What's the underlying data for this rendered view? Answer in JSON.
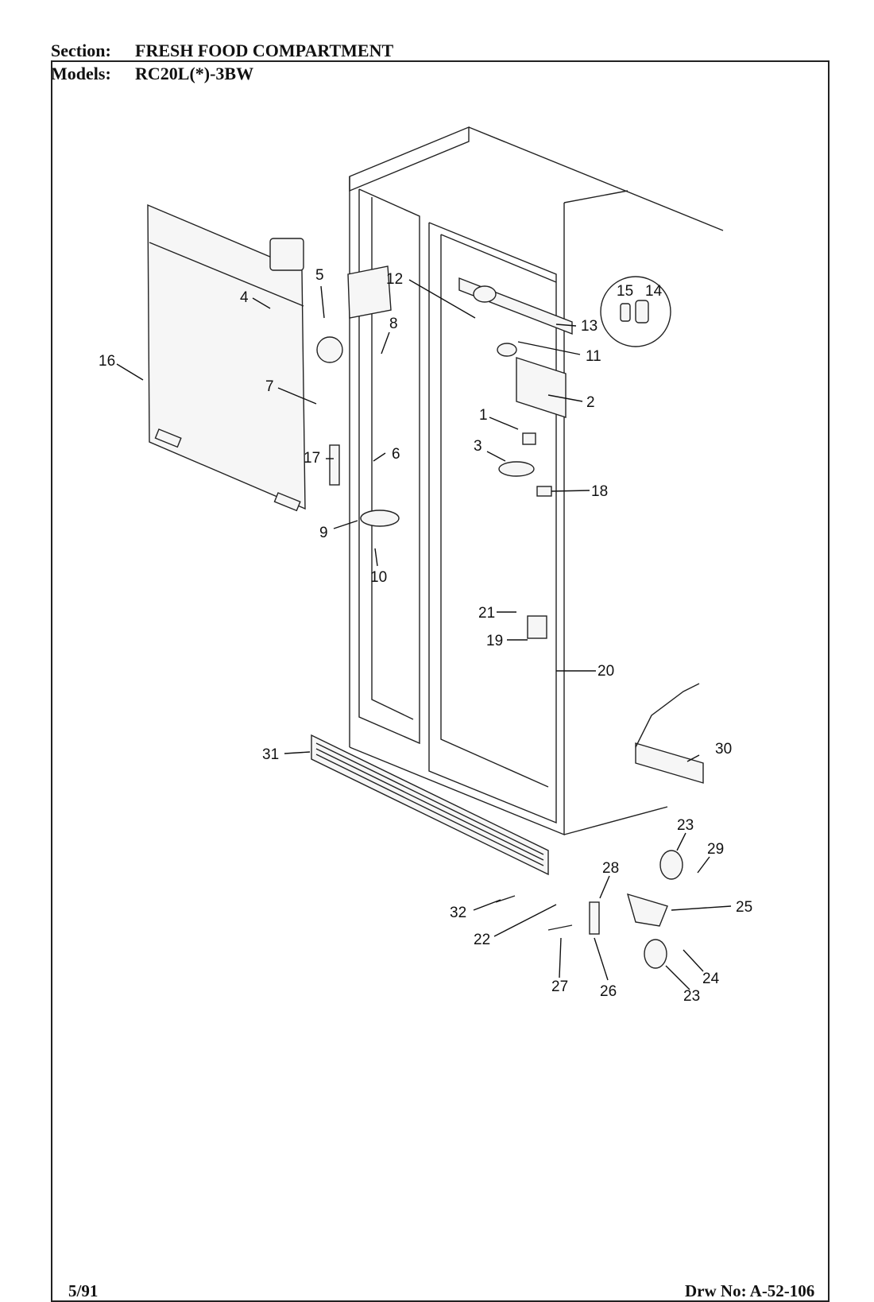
{
  "header": {
    "section_label": "Section:",
    "section_value": "FRESH FOOD COMPARTMENT",
    "models_label": "Models:",
    "models_value": "RC20L(*)-3BW"
  },
  "footer": {
    "date": "5/91",
    "drawing_number": "Drw No: A-52-106"
  },
  "callouts": [
    "1",
    "2",
    "3",
    "4",
    "5",
    "6",
    "7",
    "8",
    "9",
    "10",
    "11",
    "12",
    "13",
    "14",
    "15",
    "16",
    "17",
    "18",
    "19",
    "20",
    "21",
    "22",
    "23",
    "23",
    "24",
    "25",
    "26",
    "27",
    "28",
    "29",
    "30",
    "31",
    "32"
  ]
}
